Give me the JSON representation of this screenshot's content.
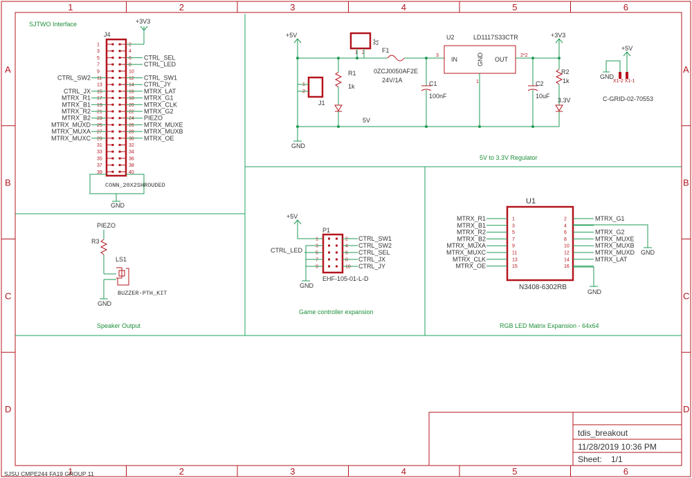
{
  "frame": {
    "cols": [
      "1",
      "2",
      "3",
      "4",
      "5",
      "6"
    ],
    "rows": [
      "A",
      "B",
      "C",
      "D"
    ]
  },
  "sections": {
    "sjtwo": "SJTWO Interface",
    "speaker": "Speaker Output",
    "regulator": "5V to 3.3V Regulator",
    "game": "Game controller expansion",
    "rgb": "RGB LED Matrix Expansion - 64x64"
  },
  "j4": {
    "ref": "J4",
    "value": "CONN_20X2SHROUDED",
    "gnd": "GND",
    "power": "+3V3",
    "pins_left": [
      "1",
      "3",
      "5",
      "7",
      "9",
      "11",
      "13",
      "15",
      "17",
      "19",
      "21",
      "23",
      "25",
      "27",
      "29",
      "31",
      "33",
      "35",
      "37",
      "39"
    ],
    "pins_right": [
      "2",
      "4",
      "6",
      "8",
      "10",
      "12",
      "14",
      "16",
      "18",
      "20",
      "22",
      "24",
      "26",
      "28",
      "30",
      "32",
      "34",
      "36",
      "38",
      "40"
    ],
    "nets_left": [
      "",
      "",
      "",
      "",
      "",
      "CTRL_SW2",
      "",
      "CTRL_JX",
      "MTRX_R1",
      "MTRX_B1",
      "MTRX_R2",
      "MTRX_B2",
      "MTRX_MUXD",
      "MTRX_MUXA",
      "MTRX_MUXC",
      "",
      "",
      "",
      "",
      ""
    ],
    "nets_right": [
      "",
      "",
      "CTRL_SEL",
      "CTRL_LED",
      "",
      "CTRL_SW1",
      "CTRL_JY",
      "MTRX_LAT",
      "MTRX_G1",
      "MTRX_CLK",
      "MTRX_G2",
      "PIEZO",
      "MTRX_MUXE",
      "MTRX_MUXB",
      "MTRX_OE",
      "",
      "",
      "",
      "",
      ""
    ]
  },
  "speaker": {
    "net": "PIEZO",
    "resistor": "R3",
    "ref": "LS1",
    "value": "BUZZER-PTH_KIT",
    "gnd": "GND"
  },
  "regulator": {
    "vin": "+5V",
    "vout": "+3V3",
    "j2": "J2",
    "j2_pins": [
      "1",
      "2"
    ],
    "f1": "F1",
    "f1_value": "0ZCJ0050AF2E",
    "f1_rating": "24V/1A",
    "u2": "U2",
    "u2_value": "LD1117S33CTR",
    "u2_in": "IN",
    "u2_out": "OUT",
    "u2_gnd": "GND",
    "u2_pin_in": "3",
    "u2_pin_out": "2*2",
    "u2_pin_gnd": "1",
    "r1": "R1",
    "r1_value": "1k",
    "j1": "J1",
    "j1_pins": [
      "1",
      "2"
    ],
    "c1": "C1",
    "c1_value": "100nF",
    "c2": "C2",
    "c2_value": "10uF",
    "r2": "R2",
    "r2_value": "1k",
    "led2_label": "3.3V",
    "net_5v": "5V",
    "gnd": "GND",
    "x1_power": "+5V",
    "x1_gnd": "GND",
    "x1_pins": "X1-2 X1-1",
    "x1_value": "C-GRID-02-70553"
  },
  "game": {
    "power": "+5V",
    "ref": "P1",
    "value": "EHF-105-01-L-D",
    "gnd": "GND",
    "pins_left": [
      "1",
      "3",
      "5",
      "7",
      "9"
    ],
    "pins_right": [
      "2",
      "4",
      "6",
      "8",
      "10"
    ],
    "nets_right": [
      "CTRL_SW1",
      "CTRL_SW2",
      "CTRL_SEL",
      "CTRL_JX",
      "CTRL_JY"
    ],
    "ctrl_led": "CTRL_LED"
  },
  "rgb": {
    "ref": "U1",
    "value": "N3408-6302RB",
    "gnd1": "GND",
    "gnd2": "GND",
    "pins_left": [
      "1",
      "3",
      "5",
      "7",
      "9",
      "11",
      "13",
      "15"
    ],
    "pins_right": [
      "2",
      "4",
      "6",
      "8",
      "10",
      "12",
      "14",
      "16"
    ],
    "nets_left": [
      "MTRX_R1",
      "MTRX_B1",
      "MTRX_R2",
      "MTRX_B2",
      "MTRX_MUXA",
      "MTRX_MUXC",
      "MTRX_CLK",
      "MTRX_OE",
      ""
    ],
    "nets_right": [
      "MTRX_G1",
      "",
      "MTRX_G2",
      "MTRX_MUXE",
      "MTRX_MUXB",
      "MTRX_MUXD",
      "MTRX_LAT",
      ""
    ]
  },
  "title_block": {
    "name": "tdis_breakout",
    "date": "11/28/2019 10:36 PM",
    "sheet_label": "Sheet:",
    "sheet_value": "1/1"
  },
  "footer": "SJSU CMPE244 FA19 GROUP 11"
}
